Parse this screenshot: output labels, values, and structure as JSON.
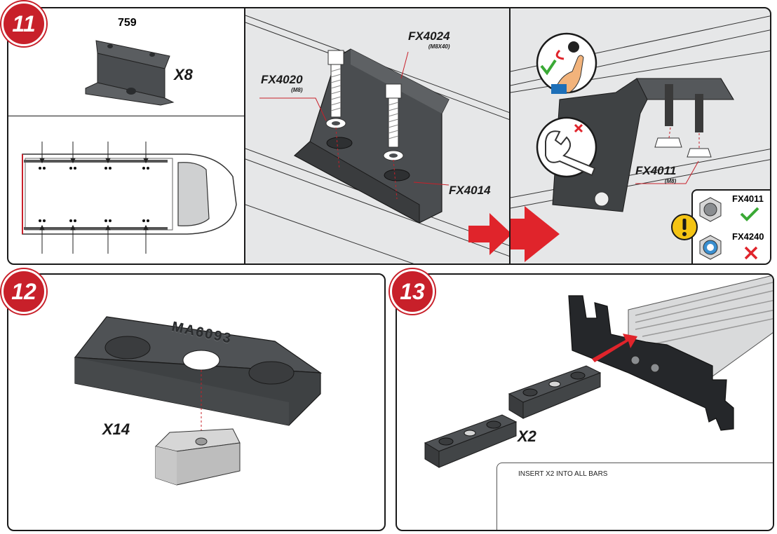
{
  "step11": {
    "badge": "11",
    "bracket_code": "759",
    "bracket_qty": "X8",
    "parts": {
      "fx4024": {
        "code": "FX4024",
        "size": "(M8X40)"
      },
      "fx4020": {
        "code": "FX4020",
        "size": "(M8)"
      },
      "fx4014": {
        "code": "FX4014"
      },
      "fx4011": {
        "code": "FX4011",
        "size": "(M8)"
      }
    },
    "nut_box": {
      "correct": {
        "code": "FX4011"
      },
      "incorrect": {
        "code": "FX4240"
      }
    }
  },
  "step12": {
    "badge": "12",
    "block_label": "MA6093",
    "qty": "X14"
  },
  "step13": {
    "badge": "13",
    "qty": "X2",
    "note": "INSERT X2 INTO ALL BARS"
  },
  "colors": {
    "badge_red": "#c8202a",
    "arrow_red": "#e0242b",
    "check_green": "#3aa935",
    "warning_yellow": "#f4c414",
    "part_dark": "#4a4d50",
    "part_light": "#d6d6d6",
    "rail_grey": "#e6e7e8"
  }
}
